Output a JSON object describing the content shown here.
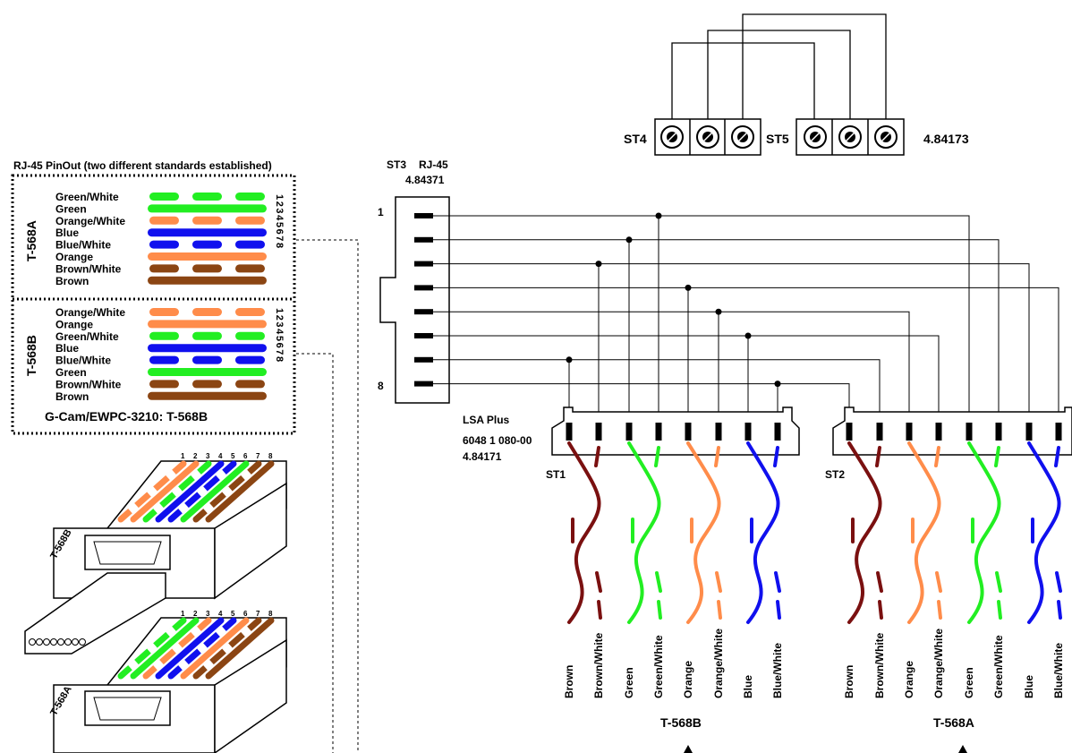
{
  "pinout": {
    "title": "RJ-45 PinOut (two different standards established)",
    "t568a_label": "T-568A",
    "t568b_label": "T-568B",
    "pin_numbers": "12345678",
    "t568a_wires": [
      "Green/White",
      "Green",
      "Orange/White",
      "Blue",
      "Blue/White",
      "Orange",
      "Brown/White",
      "Brown"
    ],
    "t568b_wires": [
      "Orange/White",
      "Orange",
      "Green/White",
      "Blue",
      "Blue/White",
      "Green",
      "Brown/White",
      "Brown"
    ],
    "footer": "G-Cam/EWPC-3210:   T-568B"
  },
  "connector_drawings": {
    "top_label": "T-568B",
    "bottom_label": "T-568A",
    "pin_numbers": [
      "1",
      "2",
      "3",
      "4",
      "5",
      "6",
      "7",
      "8"
    ]
  },
  "rj45": {
    "label_st3": "ST3",
    "label_rj45": "RJ-45",
    "part_number": "4.84371",
    "pin_first": "1",
    "pin_last": "8"
  },
  "lsa": {
    "line1": "LSA Plus",
    "line2": "6048 1 080-00",
    "line3": "4.84171",
    "st1": "ST1",
    "st2": "ST2"
  },
  "terminals": {
    "st4": "ST4",
    "st5": "ST5",
    "part_number": "4.84173"
  },
  "st1_wires": [
    "Brown",
    "Brown/White",
    "Green",
    "Green/White",
    "Orange",
    "Orange/White",
    "Blue",
    "Blue/White"
  ],
  "st2_wires": [
    "Brown",
    "Brown/White",
    "Orange",
    "Orange/White",
    "Green",
    "Green/White",
    "Blue",
    "Blue/White"
  ],
  "st1_standard": "T-568B",
  "st2_standard": "T-568A",
  "colors": {
    "green": "#22ee22",
    "orange": "#ff8c4a",
    "blue": "#1010ee",
    "brown": "#8b4513",
    "darkbrown": "#7a1010"
  }
}
